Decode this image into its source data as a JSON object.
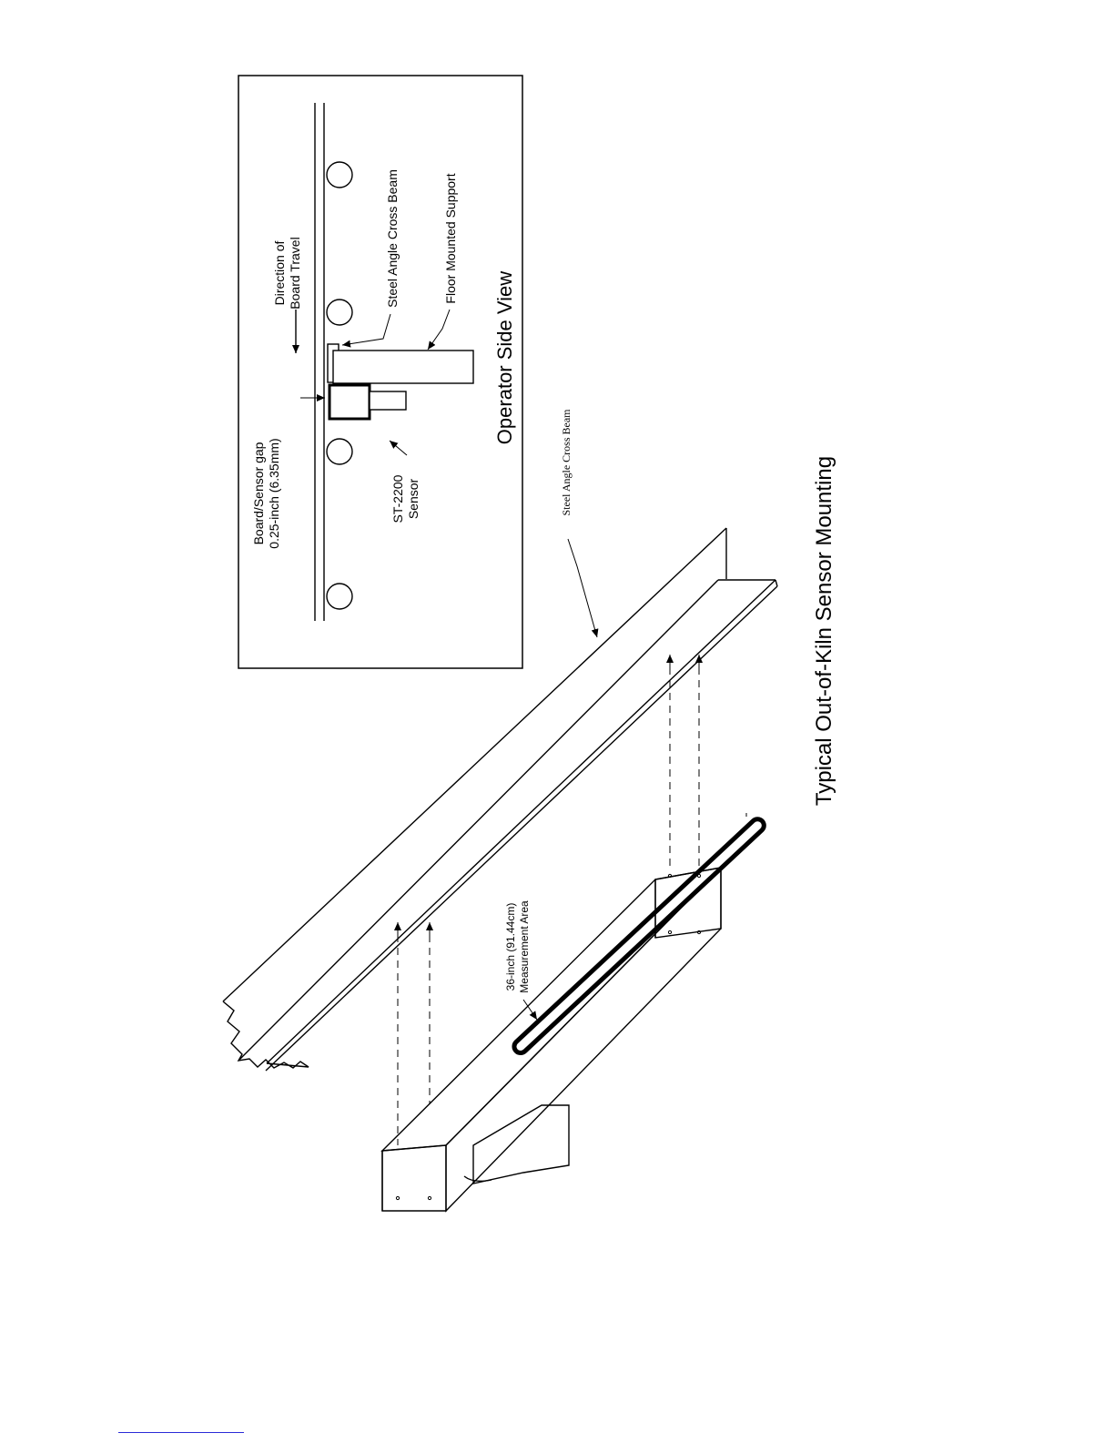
{
  "inset": {
    "title": "Operator Side View",
    "labels": {
      "direction_line1": "Direction of",
      "direction_line2": "Board Travel",
      "gap_line1": "Board/Sensor gap",
      "gap_line2": "0.25-inch (6.35mm)",
      "sensor_line1": "ST-2200",
      "sensor_line2": "Sensor",
      "cross_beam": "Steel Angle Cross Beam",
      "floor_support": "Floor Mounted Support"
    }
  },
  "isometric": {
    "beam_label": "Steel Angle Cross Beam",
    "measure_line1": "36-inch (91.44cm)",
    "measure_line2": "Measurement Area"
  },
  "caption": "Typical Out-of-Kiln Sensor Mounting",
  "colors": {
    "line": "#000000",
    "footer_rule": "#2a2ad8"
  }
}
